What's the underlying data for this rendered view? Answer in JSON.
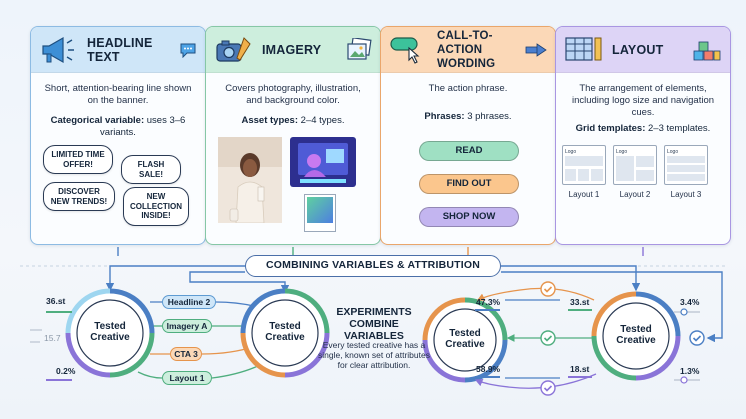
{
  "cards": {
    "headline": {
      "title": "Headline Text",
      "desc": "Short, attention-bearing line shown on the banner.",
      "sub_bold": "Categorical variable:",
      "sub_rest": " uses 3–6 variants.",
      "bubbles": [
        "Limited time offer!",
        "Flash sale!",
        "Discover new trends!",
        "New collection inside!"
      ],
      "colors": {
        "head": "#cfe6f8",
        "border": "#8dbbe3"
      }
    },
    "imagery": {
      "title": "Imagery",
      "desc": "Covers photography, illustration, and background color.",
      "sub_bold": "Asset types:",
      "sub_rest": " 2–4 types.",
      "colors": {
        "head": "#cdeedd",
        "border": "#86c7a6"
      }
    },
    "cta": {
      "title": "Call-to-action wording",
      "desc": "The action phrase.",
      "sub_bold": "Phrases:",
      "sub_rest": " 3 phrases.",
      "buttons": [
        {
          "label": "Read",
          "color": "#9fe0c3"
        },
        {
          "label": "Find out",
          "color": "#fbc68d"
        },
        {
          "label": "Shop now",
          "color": "#c3b5f0"
        }
      ],
      "colors": {
        "head": "#fbd8b7",
        "border": "#eaa66b"
      }
    },
    "layout": {
      "title": "Layout",
      "desc": "The arrangement of elements, including logo size and navigation cues.",
      "sub_bold": "Grid templates:",
      "sub_rest": " 2–3 templates.",
      "thumbs": [
        {
          "logo": "Logo",
          "caption": "Layout 1"
        },
        {
          "logo": "Logo",
          "caption": "Layout 2"
        },
        {
          "logo": "Logo",
          "caption": "Layout 3"
        }
      ],
      "colors": {
        "head": "#ddd4f6",
        "border": "#a996e2"
      }
    }
  },
  "banner": "Combining Variables & Attribution",
  "nodes": {
    "n1": "Tested Creative",
    "n2": "Tested Creative",
    "n3": "Tested Creative",
    "n4": "Tested Creative"
  },
  "pills": [
    {
      "label": "Headline 2",
      "color": "#cfe6f8",
      "border": "#5e9bd2"
    },
    {
      "label": "Imagery A",
      "color": "#cdeedd",
      "border": "#4fae7f"
    },
    {
      "label": "CTA 3",
      "color": "#fbd8b7",
      "border": "#e6944c"
    },
    {
      "label": "Layout 1",
      "color": "#cdeedd",
      "border": "#4fae7f"
    }
  ],
  "metrics": {
    "left_top": "36.st",
    "left_mid": "15.7",
    "left_bot": "0.2%",
    "mid_top": "47.3%",
    "mid_bot": "58.9%",
    "r_top": "33.st",
    "r_bot": "18.st",
    "far_top": "3.4%",
    "far_bot": "1.3%"
  },
  "experiment": {
    "title": "Experiments combine variables",
    "desc": "Every tested creative has a single, known set of attributes for clear attribution."
  },
  "palette": {
    "blue": "#4b7fc4",
    "green": "#4fae7f",
    "orange": "#e6944c",
    "purple": "#8a74d8"
  }
}
